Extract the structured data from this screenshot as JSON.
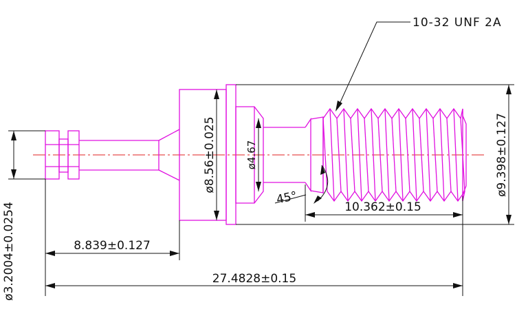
{
  "colors": {
    "part_outline": "#e010e0",
    "centerline": "#e02020",
    "dimension": "#111111",
    "background": "#ffffff"
  },
  "labels": {
    "thread_callout": "10-32 UNF 2A",
    "dia_flange": "ø8.56±0.025",
    "dia_neck": "ø4.67",
    "dia_thread_major": "ø9.398±0.127",
    "dia_pilot": "ø3.2004±0.0254",
    "chamfer_angle": "45°",
    "len_thread": "10.362±0.15",
    "len_pilot_to_flange": "8.839±0.127",
    "len_overall": "27.4828±0.15"
  }
}
